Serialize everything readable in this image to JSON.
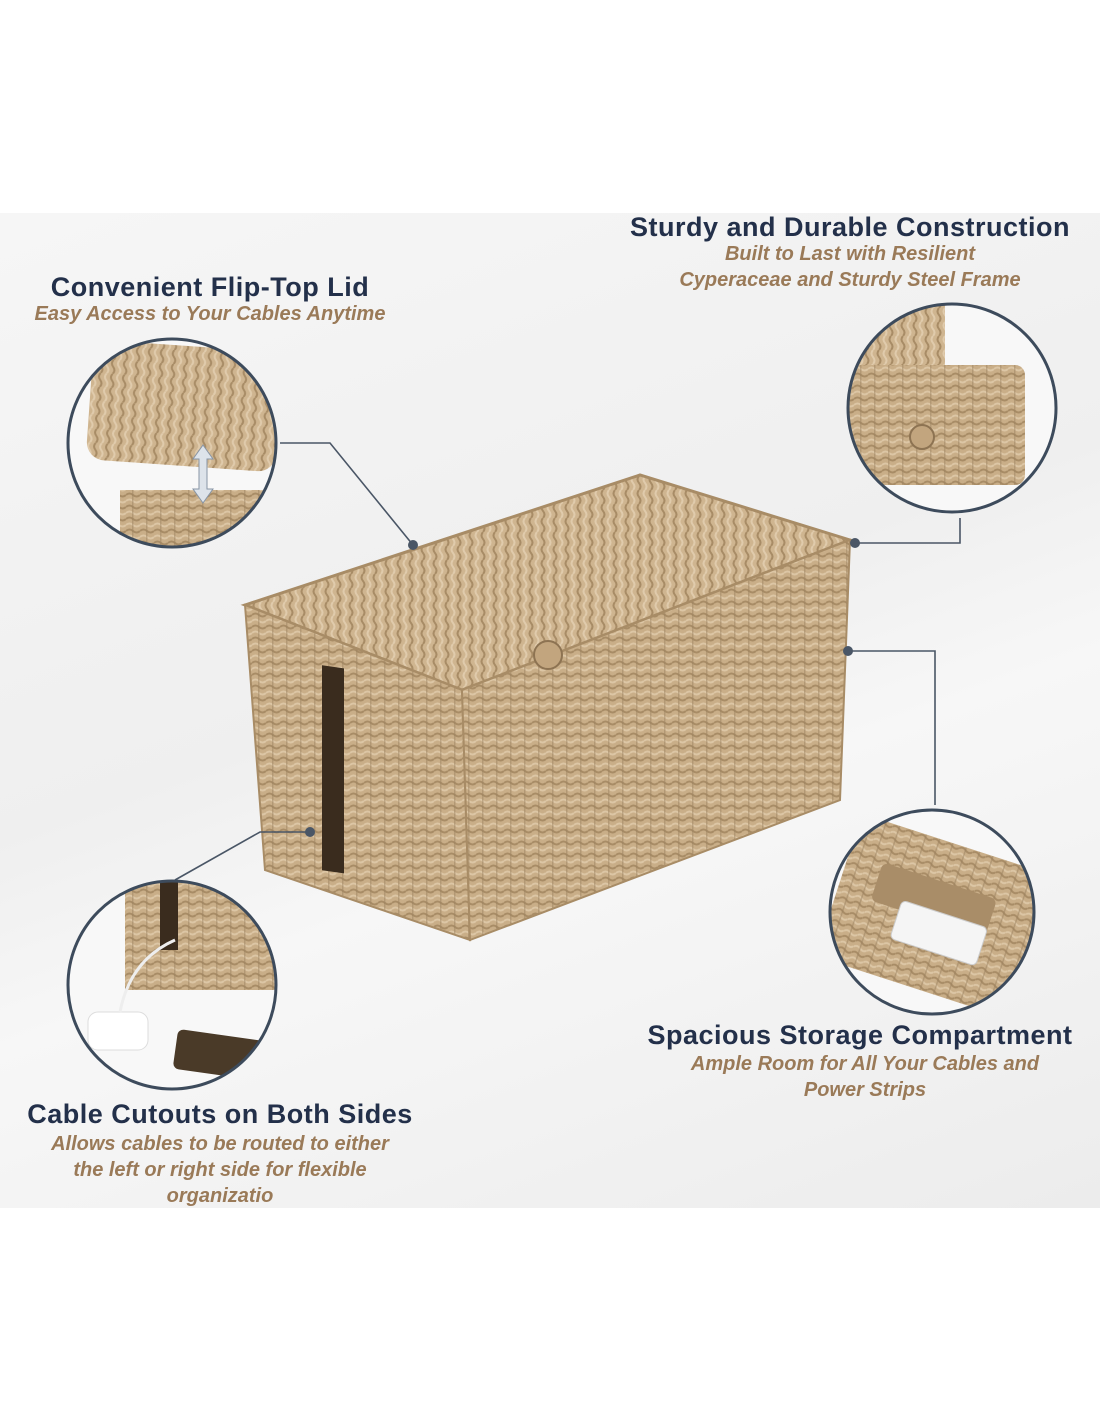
{
  "features": [
    {
      "title": "Convenient Flip-Top Lid",
      "subtitle": "Easy Access to Your Cables Anytime"
    },
    {
      "title": "Sturdy and Durable Construction",
      "subtitle_lines": [
        "Built to Last with Resilient",
        "Cyperaceae and Sturdy Steel Frame"
      ]
    },
    {
      "title": "Cable Cutouts on Both Sides",
      "subtitle_lines": [
        "Allows cables to be routed to either",
        "the left or right side for flexible",
        "organizatio"
      ]
    },
    {
      "title": "Spacious Storage Compartment",
      "subtitle_lines": [
        "Ample Room for All Your Cables and",
        "Power Strips"
      ]
    }
  ],
  "colors": {
    "title": "#23304a",
    "subtitle": "#9a7a58",
    "circle_border": "#3d4b5c",
    "wicker": "#c4a982"
  }
}
